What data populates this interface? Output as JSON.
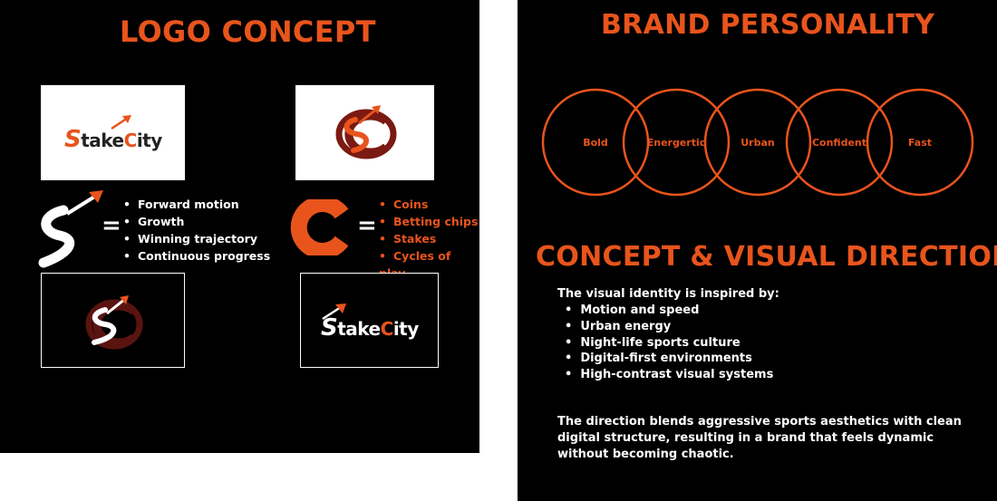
{
  "colors": {
    "accent": "#e8541c",
    "dark_red": "#7a1a12",
    "background": "#000000",
    "text": "#ffffff"
  },
  "logo_concept": {
    "title": "LOGO CONCEPT",
    "wordmark": {
      "first_letter": "S",
      "part1": "take",
      "c_letter": "C",
      "part2": "ity"
    },
    "s_meaning": [
      "Forward motion",
      "Growth",
      "Winning trajectory",
      "Continuous progress"
    ],
    "c_meaning": [
      "Coins",
      "Betting chips",
      "Stakes",
      "Cycles of play"
    ],
    "equals": "="
  },
  "brand_personality": {
    "title": "BRAND PERSONALITY",
    "traits": [
      "Bold",
      "Energertic",
      "Urban",
      "Confident",
      "Fast"
    ]
  },
  "concept": {
    "title": "CONCEPT & VISUAL DIRECTION",
    "intro": "The visual identity is inspired by:",
    "bullets": [
      "Motion and speed",
      "Urban energy",
      "Night-life sports culture",
      "Digital-first environments",
      "High-contrast visual systems"
    ],
    "conclusion": "The direction blends aggressive sports aesthetics with clean digital structure, resulting in a brand that feels dynamic without becoming chaotic."
  }
}
